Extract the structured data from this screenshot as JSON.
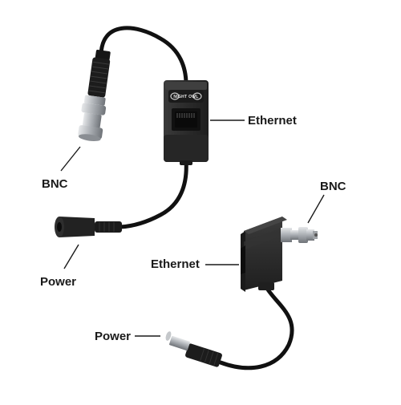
{
  "callouts": {
    "ethernet_top": "Ethernet",
    "bnc_left": "BNC",
    "power_left": "Power",
    "bnc_right": "BNC",
    "ethernet_right": "Ethernet",
    "power_bottom": "Power"
  },
  "device_brand": "NIGHT OWL",
  "colors": {
    "background": "#ffffff",
    "housing": "#2b2b2b",
    "cable": "#111111",
    "connector_metal": "#b9bcc0",
    "label_text": "#1a1a1a"
  }
}
